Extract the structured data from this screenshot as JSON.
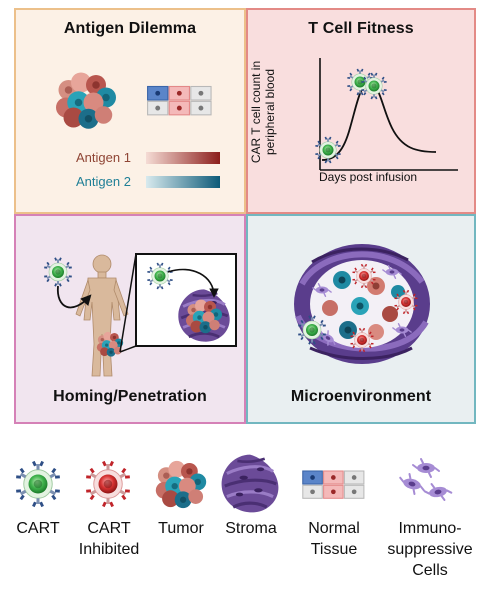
{
  "panels": {
    "antigen": {
      "title": "Antigen Dilemma",
      "antigen1": "Antigen 1",
      "antigen2": "Antigen 2"
    },
    "fitness": {
      "title": "T Cell Fitness",
      "ylabel": "CAR T cell count in peripheral blood",
      "xlabel": "Days post infusion"
    },
    "homing": {
      "title": "Homing/Penetration"
    },
    "micro": {
      "title": "Microenvironment"
    }
  },
  "legend": [
    {
      "label": "CART",
      "icon": "cart-icon"
    },
    {
      "label": "CART Inhibited",
      "icon": "cart-inhibited-icon"
    },
    {
      "label": "Tumor",
      "icon": "tumor-icon"
    },
    {
      "label": "Stroma",
      "icon": "stroma-icon"
    },
    {
      "label": "Normal Tissue",
      "icon": "normal-tissue-icon"
    },
    {
      "label": "Immuno-suppressive Cells",
      "icon": "immunosuppressive-cells-icon"
    }
  ],
  "colors": {
    "cart": "#3aa34a",
    "cart_inhibited": "#d42b2b",
    "tumor_teal": "#1e8fa6",
    "tumor_rose": "#d27b70",
    "stroma": "#6b4b98",
    "antibody_blue": "#2f4f86"
  }
}
